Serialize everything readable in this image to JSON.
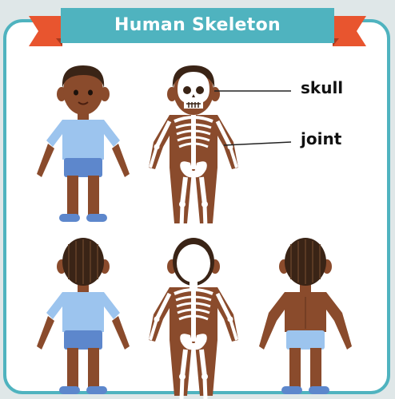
{
  "title": "Human Skeleton",
  "labels": {
    "skull": "skull",
    "joint": "joint"
  },
  "colors": {
    "banner": "#4fb3bf",
    "ribbon_end": "#e8552f",
    "frame_border": "#4fb3bf",
    "skin": "#8a4b2c",
    "hair": "#3a2416",
    "shirt": "#9cc4ee",
    "shorts": "#5d87cc",
    "bone": "#ffffff"
  },
  "figures": [
    "boy-front",
    "skeleton-front",
    "boy-back",
    "skeleton-back",
    "boy-back-no-shirt"
  ]
}
